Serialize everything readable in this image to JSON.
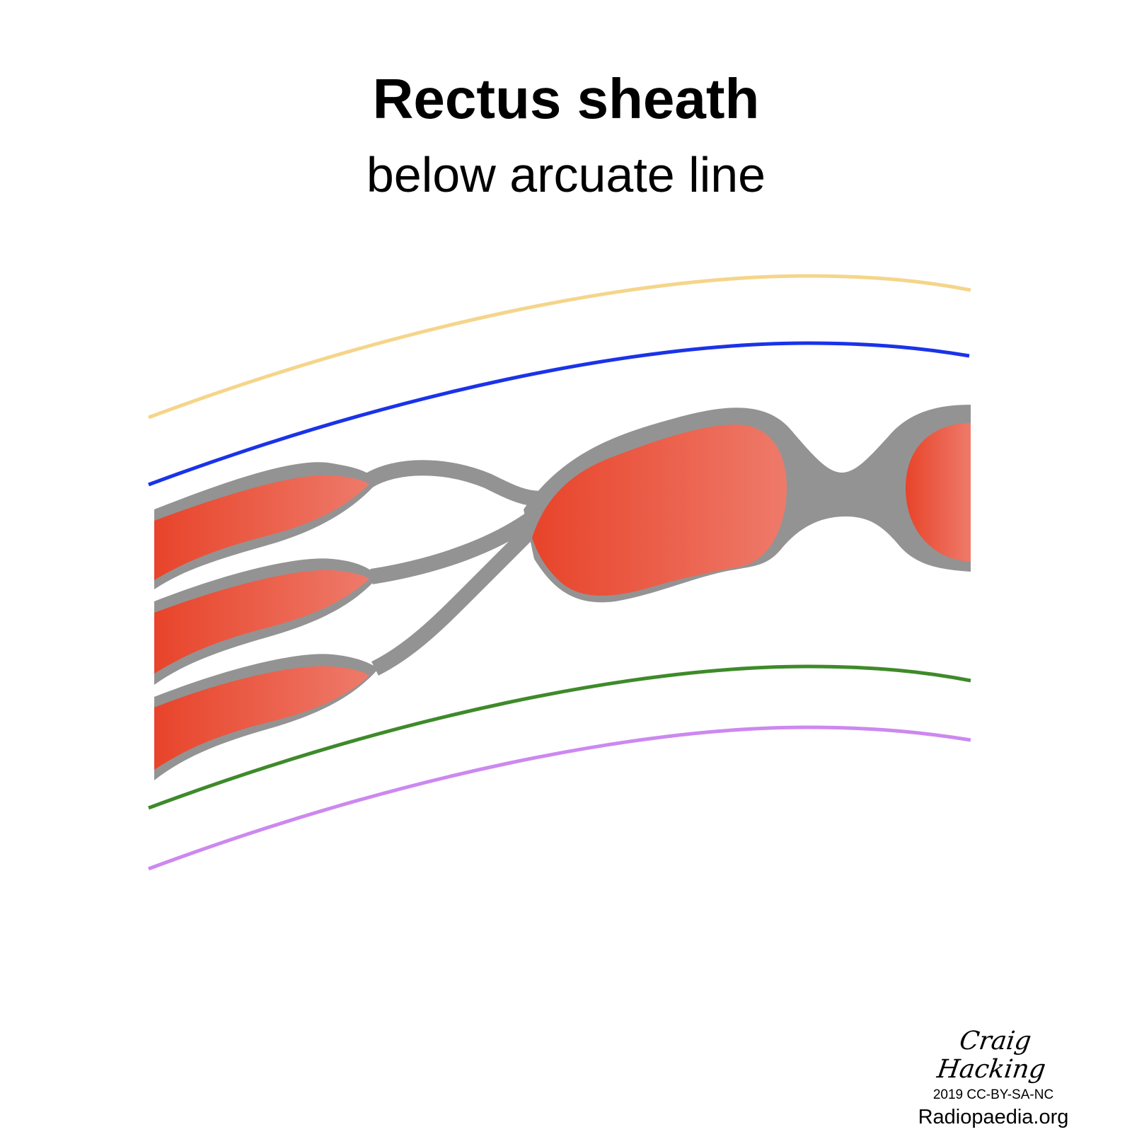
{
  "figure": {
    "title": "Rectus sheath",
    "subtitle": "below arcuate line"
  },
  "colors": {
    "skin_fat_line": "#f5d58a",
    "superficial_fascia_line": "#1a33e8",
    "transversalis_fascia_line": "#3e8a2a",
    "peritoneum_line": "#cc88f0",
    "aponeurosis": "#939393",
    "muscle_dark": "#e8442a",
    "muscle_light": "#ee7a6a"
  },
  "credit": {
    "author_signature": "Craig Hacking",
    "license": "2019 CC-BY-SA-NC",
    "site": "Radiopaedia.org"
  }
}
